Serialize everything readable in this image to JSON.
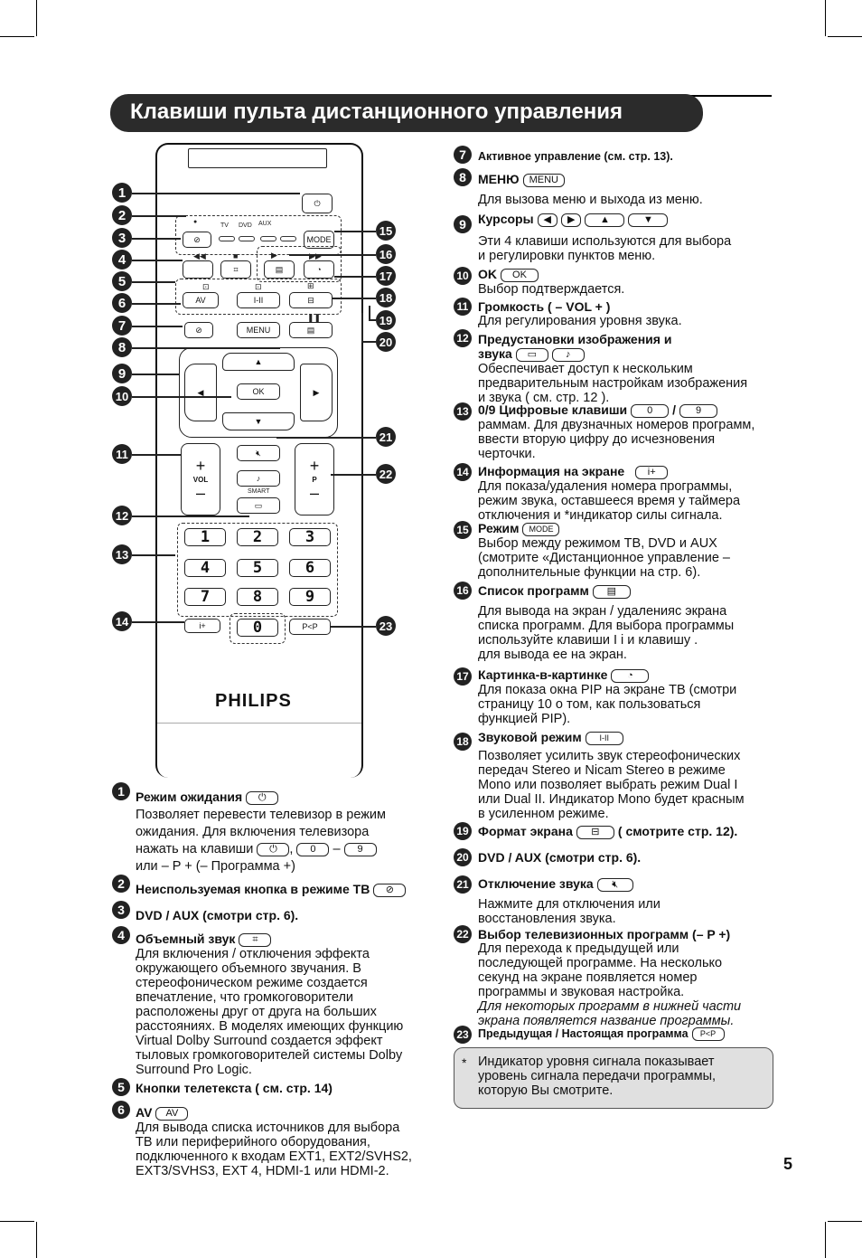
{
  "title": "Клавиши пульта дистанционного управления",
  "page_number": "5",
  "remote": {
    "brand": "PHILIPS",
    "mode_labels": [
      "TV",
      "DVD",
      "AUX"
    ],
    "keys": {
      "mode": "MODE",
      "av": "AV",
      "dual": "I-II",
      "menu": "MENU",
      "ok": "OK",
      "vol": "VOL",
      "p": "P",
      "smart": "SMART",
      "pp": "P<P",
      "digits": [
        "1",
        "2",
        "3",
        "4",
        "5",
        "6",
        "7",
        "8",
        "9",
        "0"
      ]
    },
    "callouts_left": [
      "1",
      "2",
      "3",
      "4",
      "5",
      "6",
      "7",
      "8",
      "9",
      "10",
      "11",
      "12",
      "13",
      "14"
    ],
    "callouts_right": [
      "15",
      "16",
      "17",
      "18",
      "19",
      "20",
      "21",
      "22",
      "23"
    ]
  },
  "left_entries": [
    {
      "num": "1",
      "title": "Режим ожидания",
      "lines": [
        "Позволяет перевести телевизор в режим",
        "ожидания. Для включения телевизора",
        "нажать на клавиши",
        "или – P + (– Программа +)"
      ],
      "keys": [
        "⏻",
        ",",
        "0",
        "–",
        "9"
      ]
    },
    {
      "num": "2",
      "title": "Неиспользуемая кнопка в режиме ТВ"
    },
    {
      "num": "3",
      "title": "DVD / AUX (смотри стр. 6)."
    },
    {
      "num": "4",
      "title": "Объемный звук",
      "lines": [
        "Для включения / отключения эффекта",
        "окружающего объемного звучания. В",
        "стереофоническом режиме создается",
        "впечатление, что громкоговорители",
        "расположены друг от друга на больших",
        "расстояниях. В моделях имеющих функцию",
        "Virtual Dolby Surround создается эффект",
        "тыловых громкоговорителей системы Dolby",
        "Surround Pro Logic."
      ]
    },
    {
      "num": "5",
      "title": "Кнопки телетекста ( см. стр. 14)"
    },
    {
      "num": "6",
      "title": "AV",
      "key": "AV",
      "lines": [
        "Для вывода списка источников для выбора",
        "ТВ или периферийного оборудования,",
        "подключенного к входам EXT1, EXT2/SVHS2,",
        "EXT3/SVHS3, EXT 4, HDMI-1 или HDMI-2."
      ]
    }
  ],
  "right_entries": [
    {
      "num": "7",
      "title": "Активное управление (см. стр. 13)."
    },
    {
      "num": "8",
      "title": "МЕНЮ",
      "key": "MENU",
      "lines": [
        "Для вызова меню и выхода из меню."
      ]
    },
    {
      "num": "9",
      "title": "Курсоры",
      "lines": [
        "Эти 4 клавиши используются для выбора",
        "и регулировки пунктов меню."
      ]
    },
    {
      "num": "10",
      "title": "OK",
      "key": "OK",
      "lines": [
        "Выбор подтверждается."
      ]
    },
    {
      "num": "11",
      "title": "Громкость ( – VOL + )",
      "lines": [
        "Для регулирования уровня звука."
      ]
    },
    {
      "num": "12",
      "title": "Предустановки изображения и",
      "title2": "звука",
      "lines": [
        "Обеспечивает доступ к нескольким",
        "предварительным настройкам изображения",
        "и звука ( см. стр. 12 )."
      ]
    },
    {
      "num": "13",
      "title": "0/9 Цифровые клавиши",
      "sep": "/",
      "key0": "0",
      "key9": "9",
      "lines": [
        "раммам. Для двузначных номеров программ,",
        "ввести вторую цифру до исчезновения",
        "черточки."
      ]
    },
    {
      "num": "14",
      "title": "Информация на экране",
      "key": "i+",
      "lines": [
        "Для показа/удаления номера программы,",
        "режим звука, оставшееся время у таймера",
        "отключения и *индикатор силы сигнала."
      ]
    },
    {
      "num": "15",
      "title": "Режим",
      "key": "MODE",
      "lines": [
        "Выбор между режимом ТВ, DVD и AUX",
        "(смотрите «Дистанционное управление –",
        "дополнительные функции на стр. 6)."
      ]
    },
    {
      "num": "16",
      "title": "Список программ",
      "lines": [
        "Для вывода на экран / удаленияс экрана",
        "списка программ. Для выбора программы",
        "используйте клавиши I i и клавишу .",
        "для вывода ее на экран."
      ]
    },
    {
      "num": "17",
      "title": "Картинка-в-картинке",
      "lines": [
        "Для показа окна PIP на экране ТВ (смотри",
        "страницу 10 о том, как пользоваться",
        "функцией PIP)."
      ]
    },
    {
      "num": "18",
      "title": "Звуковой режим",
      "key": "I-II",
      "lines": [
        "Позволяет усилить звук стереофонических",
        "передач Stereo и Nicam Stereo в режиме",
        "Mono или позволяет выбрать режим Dual I",
        "или Dual II. Индикатор Mono будет красным",
        "в усиленном режиме."
      ]
    },
    {
      "num": "19",
      "title": "Формат экрана",
      "tail": "( смотрите стр. 12)."
    },
    {
      "num": "20",
      "title": "DVD / AUX (смотри стр. 6)."
    },
    {
      "num": "21",
      "title": "Отключение звука",
      "lines": [
        "Нажмите для отключения или",
        "восстановления звука."
      ]
    },
    {
      "num": "22",
      "title": "Выбор телевизионных программ (– P +)",
      "lines": [
        "Для перехода к предыдущей или",
        "последующей программе. На несколько",
        "секунд на экране появляется номер",
        "программы и звуковая настройка."
      ],
      "italic": [
        "Для некоторых программ в нижней части",
        "экрана появляется название программы."
      ]
    },
    {
      "num": "23",
      "title": "Предыдущая / Настоящая программа",
      "key": "P<P"
    }
  ],
  "note": {
    "star": "*",
    "lines": [
      "Индикатор уровня сигнала показывает",
      "уровень сигнала передачи программы,",
      "которую Вы смотрите."
    ]
  }
}
